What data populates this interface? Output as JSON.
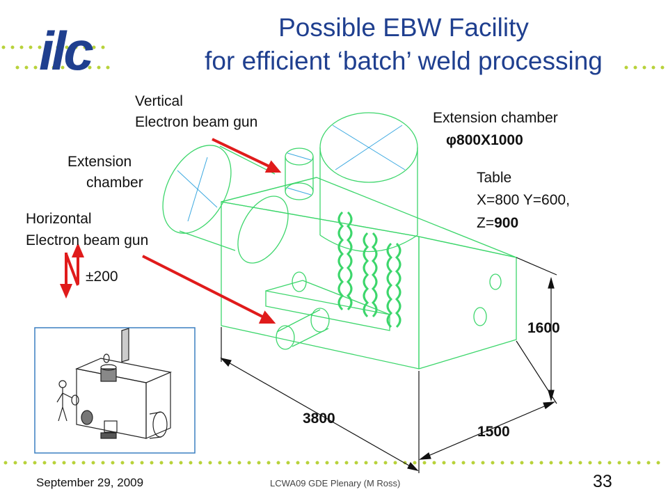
{
  "slide": {
    "logo": "ilc",
    "title_line1": "Possible EBW  Facility",
    "title_line2": "for efficient ‘batch’ weld processing",
    "footer_date": "September 29, 2009",
    "footer_center": "LCWA09 GDE Plenary (M Ross)",
    "page_number": "33"
  },
  "labels": {
    "vertical_gun_1": "Vertical",
    "vertical_gun_2": "Electron beam gun",
    "extension_left_1": "Extension",
    "extension_left_2": "chamber",
    "horizontal_gun_1": "Horizontal",
    "horizontal_gun_2": "Electron beam gun",
    "travel": "±200",
    "extension_right_1": "Extension chamber",
    "extension_right_2": "φ800X1000",
    "table_1": "Table",
    "table_2": "X=800 Y=600,",
    "table_3_prefix": "Z=",
    "table_3_value": "900"
  },
  "dimensions": {
    "height": "1600",
    "length": "3800",
    "depth": "1500"
  },
  "colors": {
    "title": "#1f3f8f",
    "logo": "#1f3f8f",
    "drawing": "#3cd66b",
    "axis": "#3aa8e0",
    "arrow": "#e01b1b",
    "dots": "#b8d23a",
    "inset_border": "#3a7fc1"
  }
}
